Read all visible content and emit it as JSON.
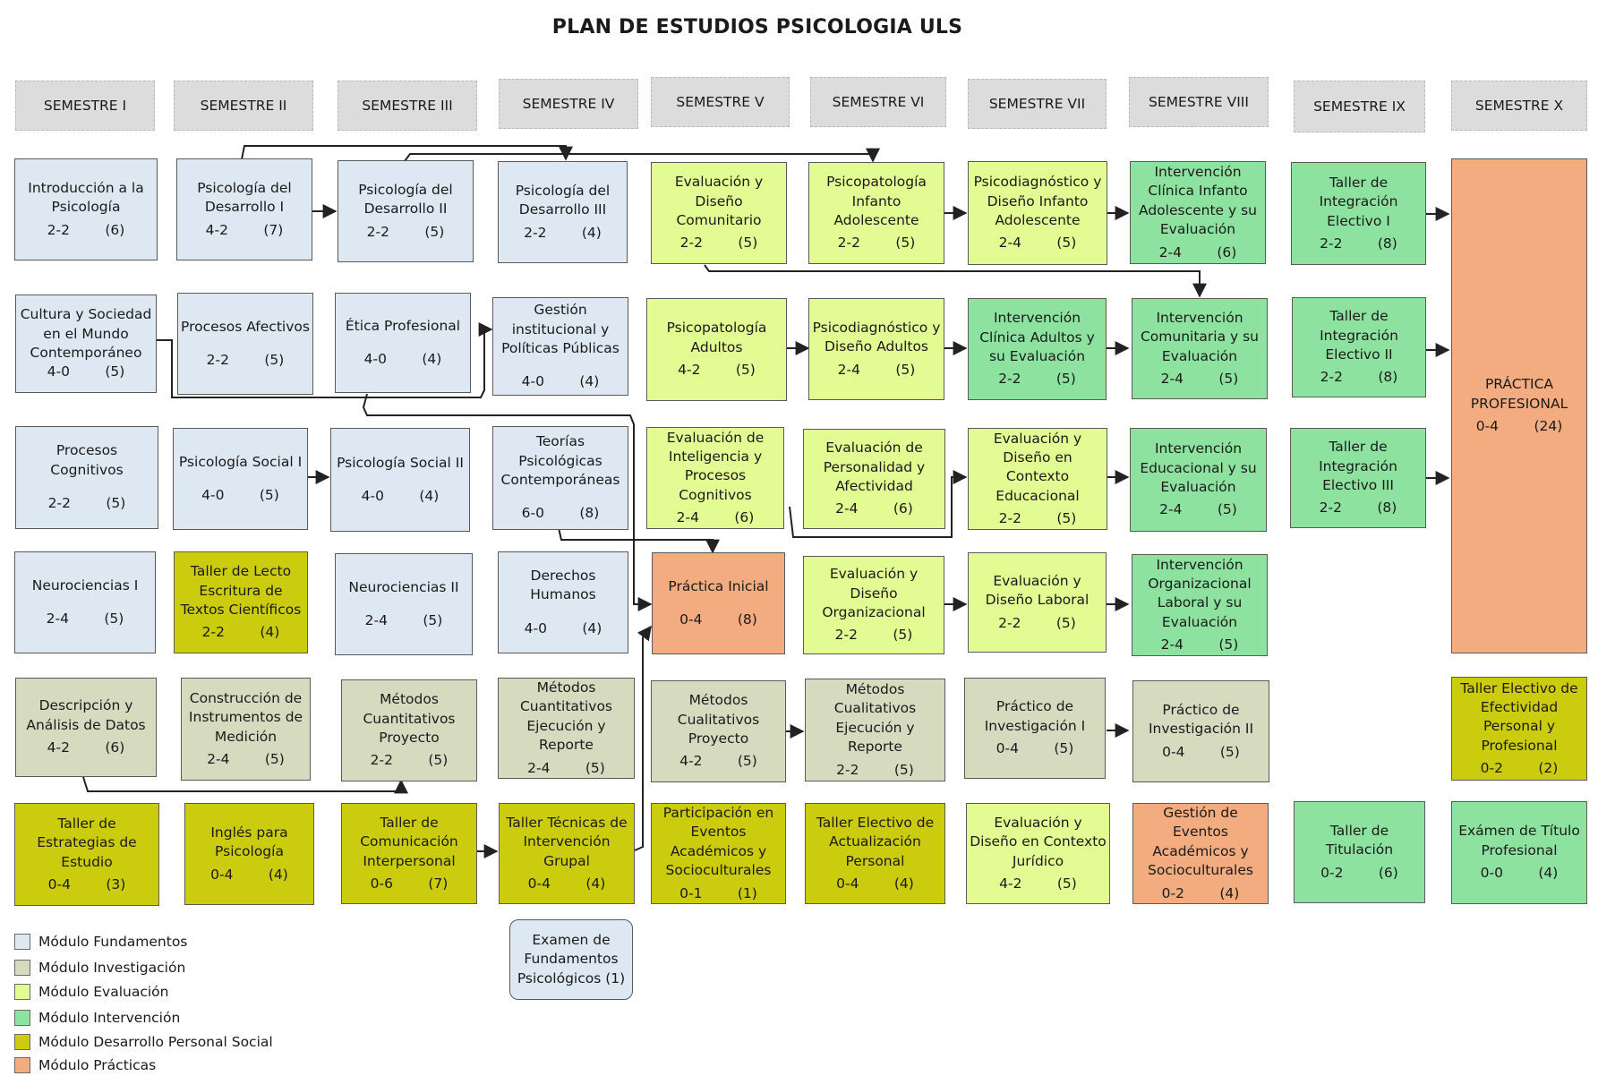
{
  "title": "PLAN DE ESTUDIOS PSICOLOGIA ULS",
  "semesters": [
    "SEMESTRE I",
    "SEMESTRE II",
    "SEMESTRE III",
    "SEMESTRE IV",
    "SEMESTRE V",
    "SEMESTRE VI",
    "SEMESTRE VII",
    "SEMESTRE VIII",
    "SEMESTRE IX",
    "SEMESTRE X"
  ],
  "courses": {
    "intro": {
      "name": "Introducción a la Psicología",
      "credits": "2-2        (6)",
      "module": "fundamentos"
    },
    "dev1": {
      "name": "Psicología del Desarrollo I",
      "credits": "4-2        (7)",
      "module": "fundamentos"
    },
    "dev2": {
      "name": "Psicología del Desarrollo II",
      "credits": "2-2        (5)",
      "module": "fundamentos"
    },
    "dev3": {
      "name": "Psicología del Desarrollo III",
      "credits": "2-2        (4)",
      "module": "fundamentos"
    },
    "evcom": {
      "name": "Evaluación y Diseño Comunitario",
      "credits": "2-2        (5)",
      "module": "evaluacion"
    },
    "psinf": {
      "name": "Psicopatología Infanto Adolescente",
      "credits": "2-2        (5)",
      "module": "evaluacion"
    },
    "psdinf": {
      "name": "Psicodiagnóstico y Diseño Infanto Adolescente",
      "credits": "2-4        (5)",
      "module": "evaluacion"
    },
    "icinf": {
      "name": "Intervención Clínica Infanto Adolescente y su Evaluación",
      "credits": "2-4        (6)",
      "module": "intervencion"
    },
    "tie1": {
      "name": "Taller de Integración Electivo I",
      "credits": "2-2        (8)",
      "module": "intervencion"
    },
    "practica": {
      "name": "PRÁCTICA PROFESIONAL",
      "credits": "0-4        (24)",
      "module": "practicas"
    },
    "cultura": {
      "name": "Cultura y Sociedad en el Mundo Contemporáneo",
      "credits": "4-0        (5)",
      "module": "fundamentos"
    },
    "afect": {
      "name": "Procesos Afectivos",
      "credits": "2-2        (5)",
      "module": "fundamentos"
    },
    "etica": {
      "name": "Ética Profesional",
      "credits": "4-0        (4)",
      "module": "fundamentos"
    },
    "gestion": {
      "name": "Gestión institucional y Políticas Públicas",
      "credits": "4-0        (4)",
      "module": "fundamentos"
    },
    "psadu": {
      "name": "Psicopatología Adultos",
      "credits": "4-2        (5)",
      "module": "evaluacion"
    },
    "psdadu": {
      "name": "Psicodiagnóstico y Diseño Adultos",
      "credits": "2-4        (5)",
      "module": "evaluacion"
    },
    "icadu": {
      "name": "Intervención Clínica Adultos y su Evaluación",
      "credits": "2-2        (5)",
      "module": "intervencion"
    },
    "icom": {
      "name": "Intervención Comunitaria y su Evaluación",
      "credits": "2-4        (5)",
      "module": "intervencion"
    },
    "tie2": {
      "name": "Taller de Integración Electivo II",
      "credits": "2-2        (8)",
      "module": "intervencion"
    },
    "cogn": {
      "name": "Procesos Cognitivos",
      "credits": "2-2        (5)",
      "module": "fundamentos"
    },
    "soc1": {
      "name": "Psicología Social I",
      "credits": "4-0        (5)",
      "module": "fundamentos"
    },
    "soc2": {
      "name": "Psicología Social II",
      "credits": "4-0        (4)",
      "module": "fundamentos"
    },
    "teorias": {
      "name": "Teorías Psicológicas Contemporáneas",
      "credits": "6-0        (8)",
      "module": "fundamentos"
    },
    "evint": {
      "name": "Evaluación de Inteligencia y Procesos Cognitivos",
      "credits": "2-4        (6)",
      "module": "evaluacion"
    },
    "evpers": {
      "name": "Evaluación de Personalidad y Afectividad",
      "credits": "2-4        (6)",
      "module": "evaluacion"
    },
    "evedu": {
      "name": "Evaluación y Diseño en Contexto Educacional",
      "credits": "2-2        (5)",
      "module": "evaluacion"
    },
    "intedu": {
      "name": "Intervención Educacional y su Evaluación",
      "credits": "2-4        (5)",
      "module": "intervencion"
    },
    "tie3": {
      "name": "Taller de Integración Electivo III",
      "credits": "2-2        (8)",
      "module": "intervencion"
    },
    "neuro1": {
      "name": "Neurociencias I",
      "credits": "2-4        (5)",
      "module": "fundamentos"
    },
    "lecto": {
      "name": "Taller de Lecto Escritura de Textos Científicos",
      "credits": "2-2        (4)",
      "module": "desarrollo"
    },
    "neuro2": {
      "name": "Neurociencias II",
      "credits": "2-4        (5)",
      "module": "fundamentos"
    },
    "ddhh": {
      "name": "Derechos Humanos",
      "credits": "4-0        (4)",
      "module": "fundamentos"
    },
    "pinicial": {
      "name": "Práctica Inicial",
      "credits": "0-4        (8)",
      "module": "practicas"
    },
    "evorg": {
      "name": "Evaluación y Diseño Organizacional",
      "credits": "2-2        (5)",
      "module": "evaluacion"
    },
    "evlab": {
      "name": "Evaluación y Diseño Laboral",
      "credits": "2-2        (5)",
      "module": "evaluacion"
    },
    "intorg": {
      "name": "Intervención Organizacional Laboral y su Evaluación",
      "credits": "2-4        (5)",
      "module": "intervencion"
    },
    "desc": {
      "name": "Descripción y Análisis de Datos",
      "credits": "4-2        (6)",
      "module": "investigacion"
    },
    "constr": {
      "name": "Construcción de Instrumentos de Medición",
      "credits": "2-4        (5)",
      "module": "investigacion"
    },
    "mcuanp": {
      "name": "Métodos Cuantitativos Proyecto",
      "credits": "2-2        (5)",
      "module": "investigacion"
    },
    "mcuane": {
      "name": "Métodos Cuantitativos Ejecución y Reporte",
      "credits": "2-4        (5)",
      "module": "investigacion"
    },
    "mcualp": {
      "name": "Métodos Cualitativos Proyecto",
      "credits": "4-2        (5)",
      "module": "investigacion"
    },
    "mcuale": {
      "name": "Métodos Cualitativos Ejecución y Reporte",
      "credits": "2-2        (5)",
      "module": "investigacion"
    },
    "pinv1": {
      "name": "Práctico de Investigación I",
      "credits": "0-4        (5)",
      "module": "investigacion"
    },
    "pinv2": {
      "name": "Práctico de Investigación II",
      "credits": "0-4        (5)",
      "module": "investigacion"
    },
    "tefect": {
      "name": "Taller Electivo de Efectividad Personal y Profesional",
      "credits": "0-2        (2)",
      "module": "desarrollo"
    },
    "testud": {
      "name": "Taller de Estrategias de Estudio",
      "credits": "0-4        (3)",
      "module": "desarrollo"
    },
    "ingles": {
      "name": "Inglés para Psicología",
      "credits": "0-4        (4)",
      "module": "desarrollo"
    },
    "tcomun": {
      "name": "Taller de Comunicación Interpersonal",
      "credits": "0-6        (7)",
      "module": "desarrollo"
    },
    "ttecn": {
      "name": "Taller Técnicas de Intervención Grupal",
      "credits": "0-4        (4)",
      "module": "desarrollo"
    },
    "pevent": {
      "name": "Participación en Eventos Académicos y Socioculturales",
      "credits": "0-1        (1)",
      "module": "desarrollo"
    },
    "tactual": {
      "name": "Taller Electivo de Actualización Personal",
      "credits": "0-4        (4)",
      "module": "desarrollo"
    },
    "evjur": {
      "name": "Evaluación y Diseño en Contexto Jurídico",
      "credits": "4-2        (5)",
      "module": "evaluacion"
    },
    "gevent": {
      "name": "Gestión de Eventos Académicos y Socioculturales",
      "credits": "0-2        (4)",
      "module": "practicas"
    },
    "ttit": {
      "name": "Taller de Titulación",
      "credits": "0-2        (6)",
      "module": "intervencion"
    },
    "extit": {
      "name": "Exámen  de  Título Profesional",
      "credits": "0-0        (4)",
      "module": "intervencion"
    }
  },
  "examen": "Examen de Fundamentos Psicológicos (1)",
  "legend": [
    {
      "label": "Módulo Fundamentos",
      "color": "#dde8f2"
    },
    {
      "label": "Módulo Investigación",
      "color": "#d6dbc0"
    },
    {
      "label": "Módulo Evaluación",
      "color": "#e3fb93"
    },
    {
      "label": "Módulo Intervención",
      "color": "#8ee29f"
    },
    {
      "label": "Módulo Desarrollo Personal Social",
      "color": "#cccc0e"
    },
    {
      "label": "Módulo Prácticas",
      "color": "#f2ac80"
    }
  ]
}
